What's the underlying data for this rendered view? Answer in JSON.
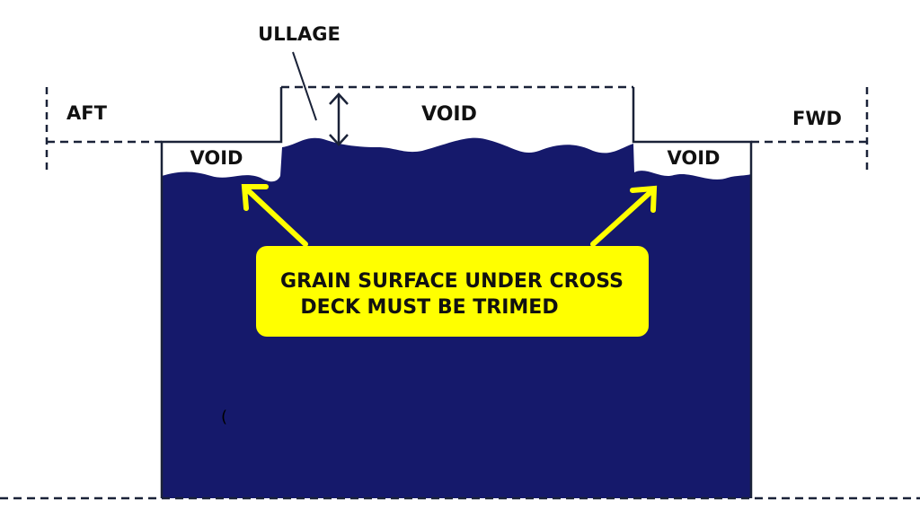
{
  "labels": {
    "ullage": "ULLAGE",
    "aft": "AFT",
    "fwd": "FWD",
    "void_center": "VOID",
    "void_left": "VOID",
    "void_right": "VOID",
    "stray_mark": "("
  },
  "callout": {
    "line1": "GRAIN SURFACE UNDER CROSS",
    "line2": "DECK MUST BE TRIMED"
  },
  "colors": {
    "grain": "#15196b",
    "outline": "#1a2238",
    "callout": "#ffff00"
  }
}
